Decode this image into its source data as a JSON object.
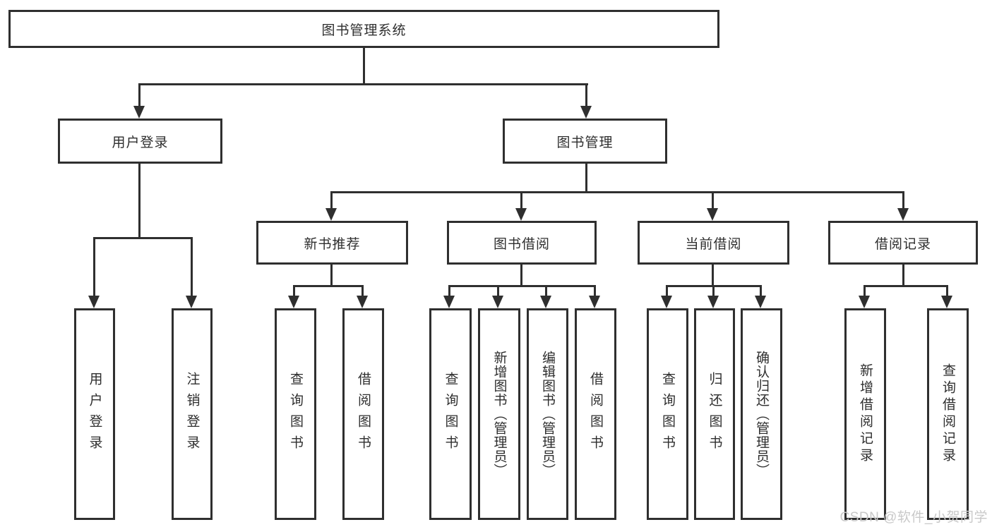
{
  "tree": {
    "root": {
      "label": "图书管理系统"
    },
    "level2": [
      {
        "label": "用户登录",
        "children": [
          {
            "label": "用户登录"
          },
          {
            "label": "注销登录"
          }
        ]
      },
      {
        "label": "图书管理",
        "children": [
          {
            "label": "新书推荐",
            "children": [
              {
                "label": "查询图书"
              },
              {
                "label": "借阅图书"
              }
            ]
          },
          {
            "label": "图书借阅",
            "children": [
              {
                "label": "查询图书"
              },
              {
                "label": "新增图书（管理员）"
              },
              {
                "label": "编辑图书（管理员）"
              },
              {
                "label": "借阅图书"
              }
            ]
          },
          {
            "label": "当前借阅",
            "children": [
              {
                "label": "查询图书"
              },
              {
                "label": "归还图书"
              },
              {
                "label": "确认归还（管理员）"
              }
            ]
          },
          {
            "label": "借阅记录",
            "children": [
              {
                "label": "新增借阅记录"
              },
              {
                "label": "查询借阅记录"
              }
            ]
          }
        ]
      }
    ]
  },
  "watermark": {
    "text": "CSDN @软件_小贺同学"
  },
  "colors": {
    "line": "#2f2f2f",
    "box_border": "#2f2f2f",
    "text": "#2e2e2e",
    "watermark": "#c9c9c9",
    "background": "#ffffff"
  }
}
